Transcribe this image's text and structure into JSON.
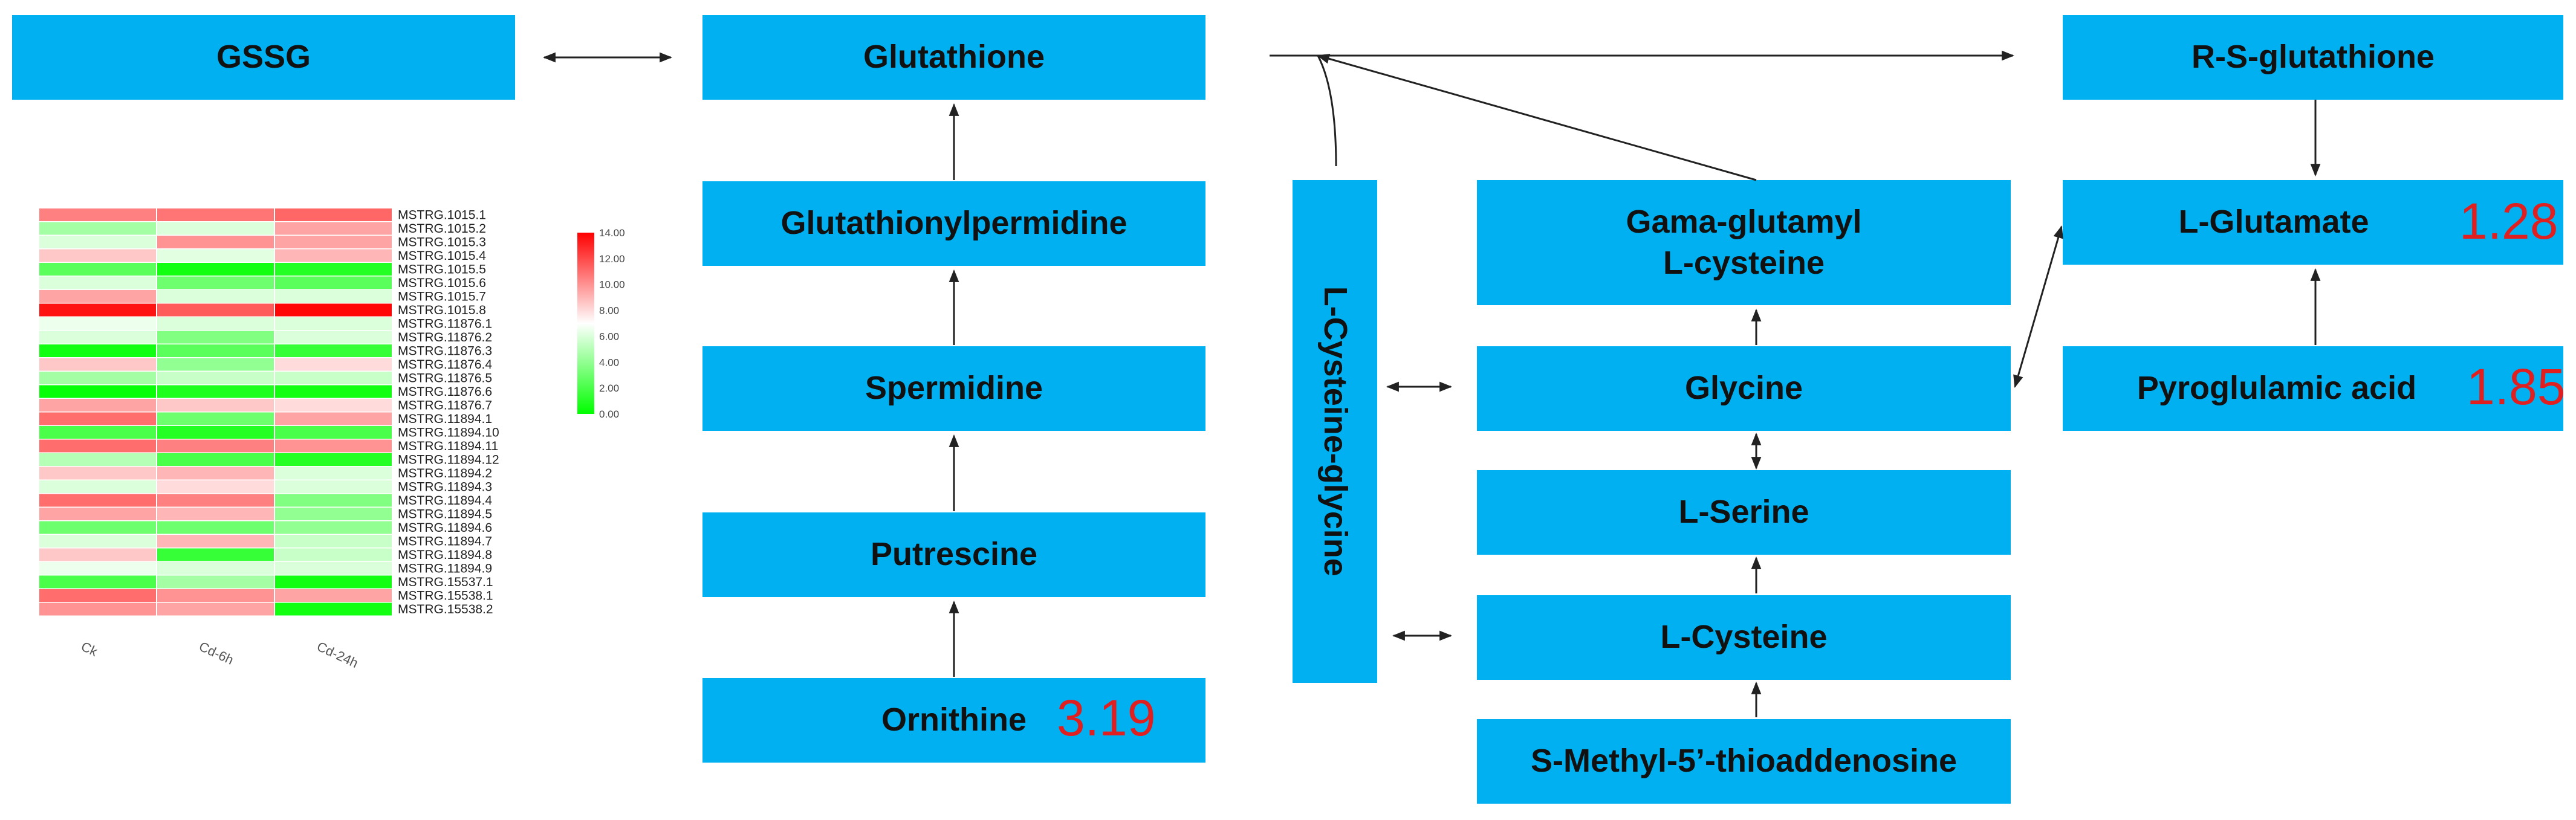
{
  "nodes": {
    "gssg": "GSSG",
    "glutathione": "Glutathione",
    "r_s_glutathione": "R-S-glutathione",
    "glutathionylpermidine": "Glutathionylpermidine",
    "spermidine": "Spermidine",
    "putrescine": "Putrescine",
    "ornithine": "Ornithine",
    "l_cysteine_glycine": "L-Cysteine-glycine",
    "gama_glutamyl_line1": "Gama-glutamyl",
    "gama_glutamyl_line2": "L-cysteine",
    "glycine": "Glycine",
    "l_serine": "L-Serine",
    "l_cysteine": "L-Cysteine",
    "s_methyl": "S-Methyl-5’-thioaddenosine",
    "l_glutamate": "L-Glutamate",
    "pyroglulamic_acid": "Pyroglulamic acid"
  },
  "values": {
    "ornithine": "3.19",
    "l_glutamate": "1.28",
    "pyroglulamic_acid": "1.85"
  },
  "colors": {
    "node_fill": "#00B0F0",
    "value_text": "#E02020",
    "heat_high": "#FF0000",
    "heat_mid": "#FFFFFF",
    "heat_low": "#00FF00"
  },
  "heatmap": {
    "columns": [
      "Ck",
      "Cd-6h",
      "Cd-24h"
    ],
    "legend_ticks": [
      "14.00",
      "12.00",
      "10.00",
      "8.00",
      "6.00",
      "4.00",
      "2.00",
      "0.00"
    ],
    "legend_range": [
      0,
      14
    ],
    "rows": [
      {
        "label": "MSTRG.1015.1",
        "values": [
          10.5,
          10.8,
          11.2
        ]
      },
      {
        "label": "MSTRG.1015.2",
        "values": [
          4.5,
          6.0,
          9.5
        ]
      },
      {
        "label": "MSTRG.1015.3",
        "values": [
          6.0,
          10.0,
          9.5
        ]
      },
      {
        "label": "MSTRG.1015.4",
        "values": [
          8.5,
          6.2,
          9.0
        ]
      },
      {
        "label": "MSTRG.1015.5",
        "values": [
          2.5,
          0.5,
          1.0
        ]
      },
      {
        "label": "MSTRG.1015.6",
        "values": [
          6.0,
          3.0,
          2.5
        ]
      },
      {
        "label": "MSTRG.1015.7",
        "values": [
          9.5,
          6.0,
          6.0
        ]
      },
      {
        "label": "MSTRG.1015.8",
        "values": [
          13.5,
          11.5,
          13.8
        ]
      },
      {
        "label": "MSTRG.11876.1",
        "values": [
          6.5,
          6.0,
          6.0
        ]
      },
      {
        "label": "MSTRG.11876.2",
        "values": [
          6.0,
          3.5,
          6.0
        ]
      },
      {
        "label": "MSTRG.11876.3",
        "values": [
          0.5,
          2.5,
          1.5
        ]
      },
      {
        "label": "MSTRG.11876.4",
        "values": [
          8.5,
          4.0,
          8.0
        ]
      },
      {
        "label": "MSTRG.11876.5",
        "values": [
          4.5,
          5.5,
          5.5
        ]
      },
      {
        "label": "MSTRG.11876.6",
        "values": [
          0.2,
          0.8,
          0.5
        ]
      },
      {
        "label": "MSTRG.11876.7",
        "values": [
          9.5,
          8.5,
          8.0
        ]
      },
      {
        "label": "MSTRG.11894.1",
        "values": [
          11.0,
          3.0,
          9.5
        ]
      },
      {
        "label": "MSTRG.11894.10",
        "values": [
          2.0,
          1.0,
          2.0
        ]
      },
      {
        "label": "MSTRG.11894.11",
        "values": [
          11.0,
          10.5,
          10.0
        ]
      },
      {
        "label": "MSTRG.11894.12",
        "values": [
          5.0,
          2.0,
          1.0
        ]
      },
      {
        "label": "MSTRG.11894.2",
        "values": [
          8.5,
          9.0,
          6.0
        ]
      },
      {
        "label": "MSTRG.11894.3",
        "values": [
          6.0,
          8.0,
          6.0
        ]
      },
      {
        "label": "MSTRG.11894.4",
        "values": [
          11.0,
          10.5,
          3.5
        ]
      },
      {
        "label": "MSTRG.11894.5",
        "values": [
          9.5,
          9.0,
          4.0
        ]
      },
      {
        "label": "MSTRG.11894.6",
        "values": [
          3.0,
          3.0,
          4.0
        ]
      },
      {
        "label": "MSTRG.11894.7",
        "values": [
          6.0,
          9.0,
          5.5
        ]
      },
      {
        "label": "MSTRG.11894.8",
        "values": [
          8.5,
          1.5,
          5.5
        ]
      },
      {
        "label": "MSTRG.11894.9",
        "values": [
          6.5,
          6.0,
          6.0
        ]
      },
      {
        "label": "MSTRG.15537.1",
        "values": [
          2.0,
          4.5,
          0.5
        ]
      },
      {
        "label": "MSTRG.15538.1",
        "values": [
          11.0,
          10.0,
          9.5
        ]
      },
      {
        "label": "MSTRG.15538.2",
        "values": [
          10.0,
          9.5,
          0.5
        ]
      }
    ]
  }
}
